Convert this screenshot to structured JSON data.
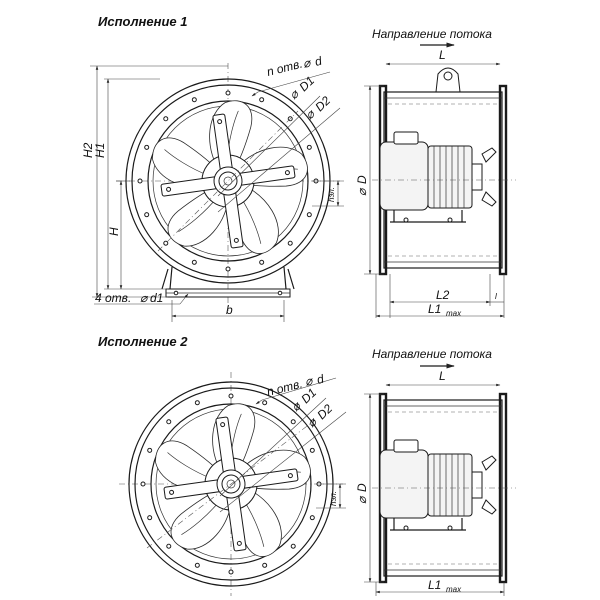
{
  "variant1": {
    "title": "Исполнение 1",
    "flow_label": "Направление потока",
    "labels": {
      "holes_d": "n отв.",
      "d": "d",
      "D1": "D1",
      "D2": "D2",
      "H2": "H2",
      "H1": "H1",
      "H": "H",
      "hel": "hэл.",
      "holes_d1": "4 отв.",
      "d1": "d1",
      "b": "b",
      "D": "D",
      "L": "L",
      "L2": "L2",
      "L1": "L1",
      "max": "max",
      "l": "l"
    }
  },
  "variant2": {
    "title": "Исполнение 2",
    "flow_label": "Направление потока",
    "labels": {
      "holes_d": "n отв.",
      "d": "d",
      "D1": "D1",
      "D2": "D2",
      "hel": "hэл.",
      "D": "D",
      "L": "L",
      "L1": "L1",
      "max": "max"
    }
  }
}
